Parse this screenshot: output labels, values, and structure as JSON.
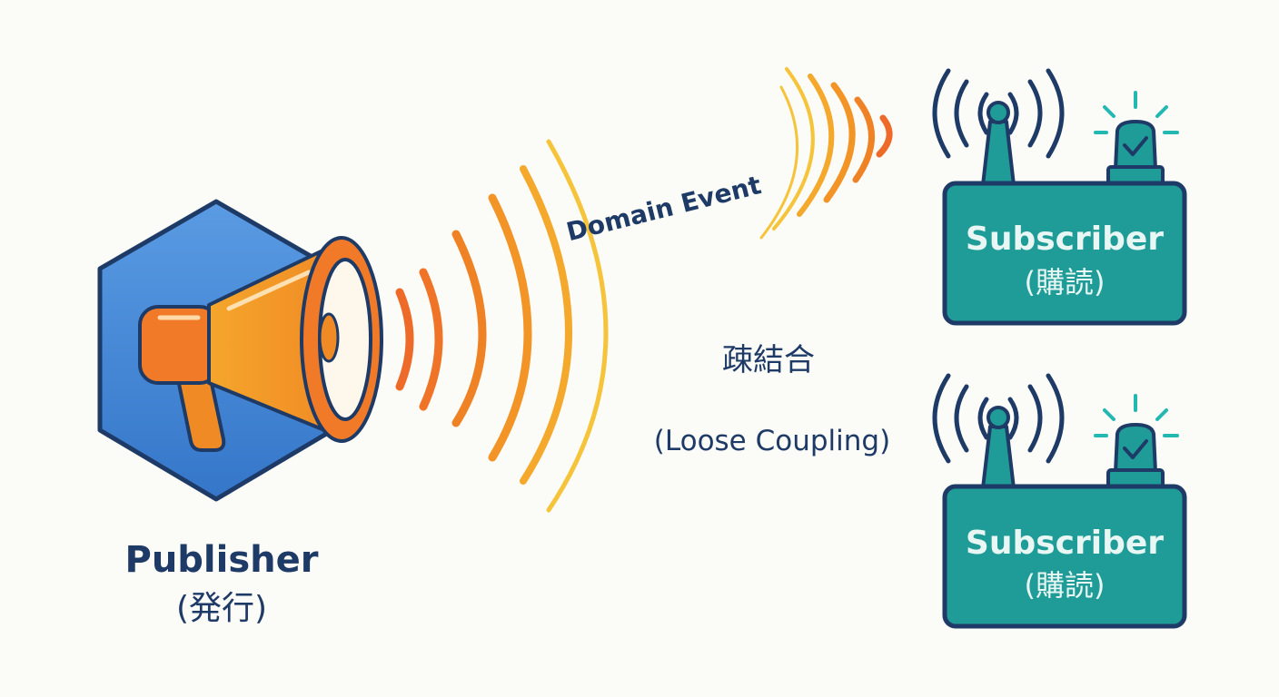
{
  "publisher": {
    "label": "Publisher",
    "sublabel": "(発行)",
    "icon": "megaphone-icon"
  },
  "event": {
    "label": "Domain Event"
  },
  "coupling": {
    "label_jp": "疎結合",
    "label_en": "(Loose Coupling)"
  },
  "subscribers": [
    {
      "label": "Subscriber",
      "sublabel": "(購読)",
      "icon": "antenna-icon"
    },
    {
      "label": "Subscriber",
      "sublabel": "(購読)",
      "icon": "antenna-icon"
    }
  ],
  "colors": {
    "background": "#fbfbf7",
    "hexagon": "#3f84d6",
    "outline": "#1e3a66",
    "megaphone": "#f08a24",
    "wave_near": "#ee6a28",
    "wave_far": "#f5c43a",
    "subscriber_box": "#1f9c97",
    "text": "#1e3a66"
  }
}
